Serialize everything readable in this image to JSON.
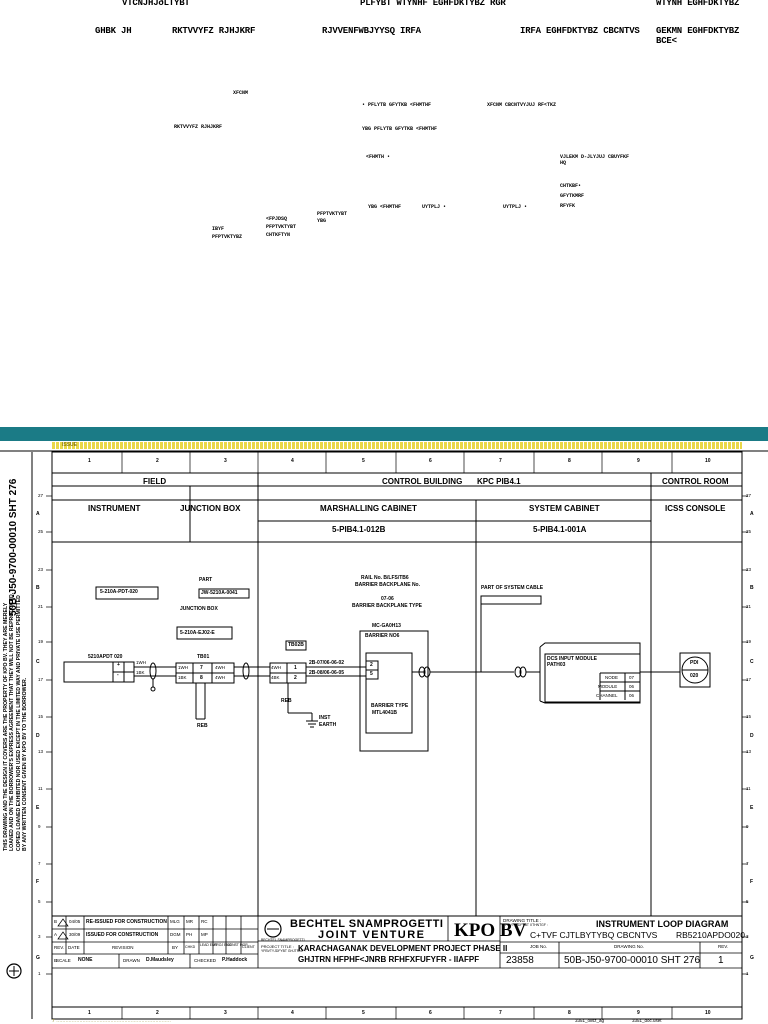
{
  "header_garbled": {
    "row1": [
      "VTCNJHJðLTYBT",
      "PLFYBT WTYNHF EGHFDKTYBZ RGR",
      "WTYNH EGHFDKTYBZ"
    ],
    "row2": [
      "GHBK JH",
      "RKTVVYFZ RJHJKRF",
      "RJVVENFWBJYYSQ IRFA",
      "IRFA EGHFDKTYBZ CBCNTVS",
      "GEKMN EGHFDKTYBZ",
      "BCE<"
    ],
    "mid": [
      "XFCNM",
      "• PFLYTB GFYTKB <FHMTHF",
      "XFCNM CBCNTVYJUJ RF<TKZ",
      "RKTVVYFZ RJHJKRF",
      "YBG PFLYTB GFYTKB <FHMTHF",
      "<FHMTH •",
      "VJLEKM D-JLYJUJ CBUYFKF",
      "HQ",
      "CHTKBF•",
      "GFYTKMRF",
      "RFYFK",
      "YBG <FHMTHF",
      "UYTPLJ •",
      "UYTPLJ •",
      "PFPTVKTYBT",
      "YBG",
      "<FPJDSQ",
      "PFPTVKTYBT",
      "CHTKFTYN",
      "IBYF",
      "PFPTVKTYBZ"
    ]
  },
  "drawing": {
    "issue_label": "ISSUE",
    "column_numbers": [
      "1",
      "2",
      "3",
      "4",
      "5",
      "6",
      "7",
      "8",
      "9",
      "10"
    ],
    "row_letters": [
      "A",
      "B",
      "C",
      "D",
      "E",
      "F",
      "G"
    ],
    "row_numbers_left": [
      "27",
      "25",
      "23",
      "21",
      "19",
      "17",
      "15",
      "13",
      "11",
      "9",
      "7",
      "5",
      "3",
      "1"
    ],
    "row_numbers_right": [
      "27",
      "25",
      "23",
      "21",
      "19",
      "17",
      "15",
      "13",
      "11",
      "9",
      "7",
      "5",
      "3",
      "1"
    ],
    "area_field": "FIELD",
    "area_control_building": "CONTROL BUILDING",
    "area_control_building_code": "KPC PIB4.1",
    "area_control_room": "CONTROL ROOM",
    "col_instrument": "INSTRUMENT",
    "col_junction_box": "JUNCTION BOX",
    "col_marshalling": "MARSHALLING CABINET",
    "col_marshalling_tag": "5-PIB4.1-012B",
    "col_system": "SYSTEM CABINET",
    "col_system_tag": "5-PIB4.1-001A",
    "col_icss": "ICSS CONSOLE",
    "instrument_cable_tag": "5-210A-PDT-020",
    "instrument_tag": "5210APDT 020",
    "plus": "+",
    "minus": "-",
    "part_label": "PART",
    "part_tag": "JW-5210A-0041",
    "junction_box_label": "JUNCTION BOX",
    "jb_tag": "5-210A-EJ02-E",
    "tb01": "TB01",
    "tb_in_1": "1WH",
    "tb_in_2": "1BK",
    "tb_term_1": "7",
    "tb_term_2": "8",
    "tb_out_1": "4WH",
    "tb_out_2": "4WH",
    "inst_wire_1": "1WH",
    "inst_wire_2": "1BK",
    "reb_1": "REB",
    "rail_no": "RAIL No. B/LFS/TB6",
    "barrier_backplane_no": "BARRIER BACKPLANE No.",
    "backplane_no": "07-06",
    "barrier_backplane_type": "BARRIER BACKPLANE TYPE",
    "mc_tag": "MC-GA0H13",
    "barrier_no": "BARRIER NO6",
    "tb02b": "TB02B",
    "mc_in_1": "4WH",
    "mc_in_2": "4BK",
    "mc_term_1": "1",
    "mc_term_2": "2",
    "mc_wire_1": "2B-07/06-06-02",
    "mc_wire_2": "2B-08/06-06-05",
    "barrier_term_1": "2",
    "barrier_term_2": "5",
    "barrier_type_label": "BARRIER TYPE",
    "barrier_type": "MTL4041B",
    "reb_2": "REB",
    "inst_earth_1": "INST",
    "inst_earth_2": "EARTH",
    "part_system_cable": "PART OF SYSTEM CABLE",
    "dcs_module_1": "DCS INPUT MODULE",
    "dcs_module_2": "PATH03",
    "node_label": "NODE",
    "node_value": "07",
    "module_label": "MODULE",
    "module_value": "06",
    "channel_label": "CHANNEL",
    "channel_value": "06",
    "pdi_1": "PDI",
    "pdi_2": "020",
    "rev_rows": [
      {
        "rev": "B",
        "date": "04/05",
        "text": "RE-ISSUED FOR CONSTRUCTION",
        "by": "MLG",
        "chk": "MR",
        "app": "RC"
      },
      {
        "rev": "A",
        "date": "30/09",
        "text": "ISSUED FOR CONSTRUCTION",
        "by": "DGM",
        "chk": "PH",
        "app": "MP"
      }
    ],
    "rev_headers": [
      "REV.",
      "DATE",
      "REVISION",
      "BY",
      "CHKD",
      "LEAD ENG",
      "PROJ ENG",
      "CONST MGR",
      "CLIENT"
    ],
    "scale_label": "SCALE",
    "scale_value": "NONE",
    "drawn_label": "DRAWN",
    "drawn_value": "D.Maudsley",
    "checked_label": "CHECKED",
    "checked_value": "P.Haddock",
    "company_1": "BECHTEL SNAMPROGETTI",
    "company_2": "JOINT VENTURE",
    "company_small": "BECHTEL SNAMPROGETTI",
    "client": "KPO BV",
    "project_title_label": "PROJECT TITLE :",
    "project_title_label_ru": "YFBVTYJDFYBT GHJTRNF :",
    "project_title": "KARACHAGANAK DEVELOPMENT PROJECT PHASE II",
    "project_title_ru": "GHJTRN HFPHF<JNRB RFHFXFUFYFR - IIAFPF",
    "drawing_title_label": "DRAWING TITLE :",
    "drawing_title_label_ru": "YFBVTYJDFYBT XTHNTGF :",
    "drawing_title": "INSTRUMENT LOOP DIAGRAM",
    "drawing_title_ru": "C+TVF CJTLBYTYBQ CBCNTVS",
    "drawing_title_code": "RB5210APDO020",
    "job_no_label": "JOB No.",
    "job_no": "23858",
    "drawing_no_label": "DRAWING No.",
    "drawing_no": "50B-J50-9700-00010 SHT 276",
    "rev_label": "REV.",
    "rev_value": "1",
    "side_drawing_no": "50B-J50-9700-00010 SHT 276",
    "side_notice_lines": [
      "THIS DRAWING AND THE DESIGN IT COVERS ARE THE PROPERTY OF KPO BV. THEY ARE MERELY",
      "LOANED AND ON THE BORROWER'S EXPRESS AGREEMENT THAT THEY WILL NOT BE REPRODUCED,",
      "COPIED LOANED EXHIBITED NOR USED EXCEPT IN THE LIMITED WAY AND PRIVATE USE PERMITTED",
      "BY ANY WRITTEN CONSENT GIVEN BY KPO BV TO THE BORROWER."
    ],
    "footer_strip": "7 ..........................................................................",
    "footer_file_1": "3351_ollsz_ag",
    "footer_file_2": "3351_doc.uset"
  },
  "colors": {
    "divider": "#1b7b86",
    "issue_strip": "#e8d84a",
    "line": "#000000"
  }
}
